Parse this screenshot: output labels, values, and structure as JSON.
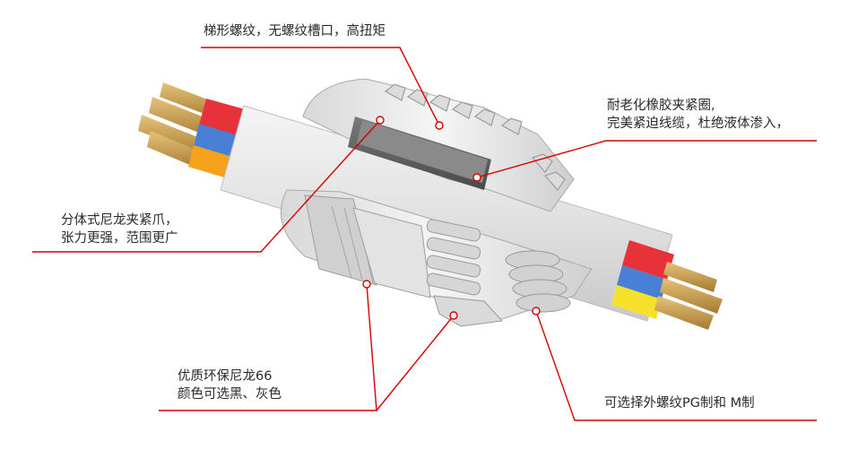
{
  "annotations": {
    "thread": {
      "lines": [
        "梯形螺纹，无螺纹槽口，高扭矩"
      ]
    },
    "seal": {
      "lines": [
        "耐老化橡胶夹紧圈,",
        "完美紧迫线缆，杜绝液体渗入，"
      ]
    },
    "claw": {
      "lines": [
        "分体式尼龙夹紧爪，",
        "张力更强，范围更广"
      ]
    },
    "material": {
      "lines": [
        "优质环保尼龙66",
        "颜色可选黑、灰色"
      ]
    },
    "pg": {
      "lines": [
        "可选择外螺纹PG制和 M制"
      ]
    }
  },
  "colors": {
    "leader_line": "#d40000",
    "wire_red": "#e8323a",
    "wire_blue": "#4a7fd6",
    "wire_orange": "#f7a21b",
    "wire_yellow": "#f7e12b",
    "copper": "#c99a4a",
    "plastic": "#e6e6e6"
  }
}
